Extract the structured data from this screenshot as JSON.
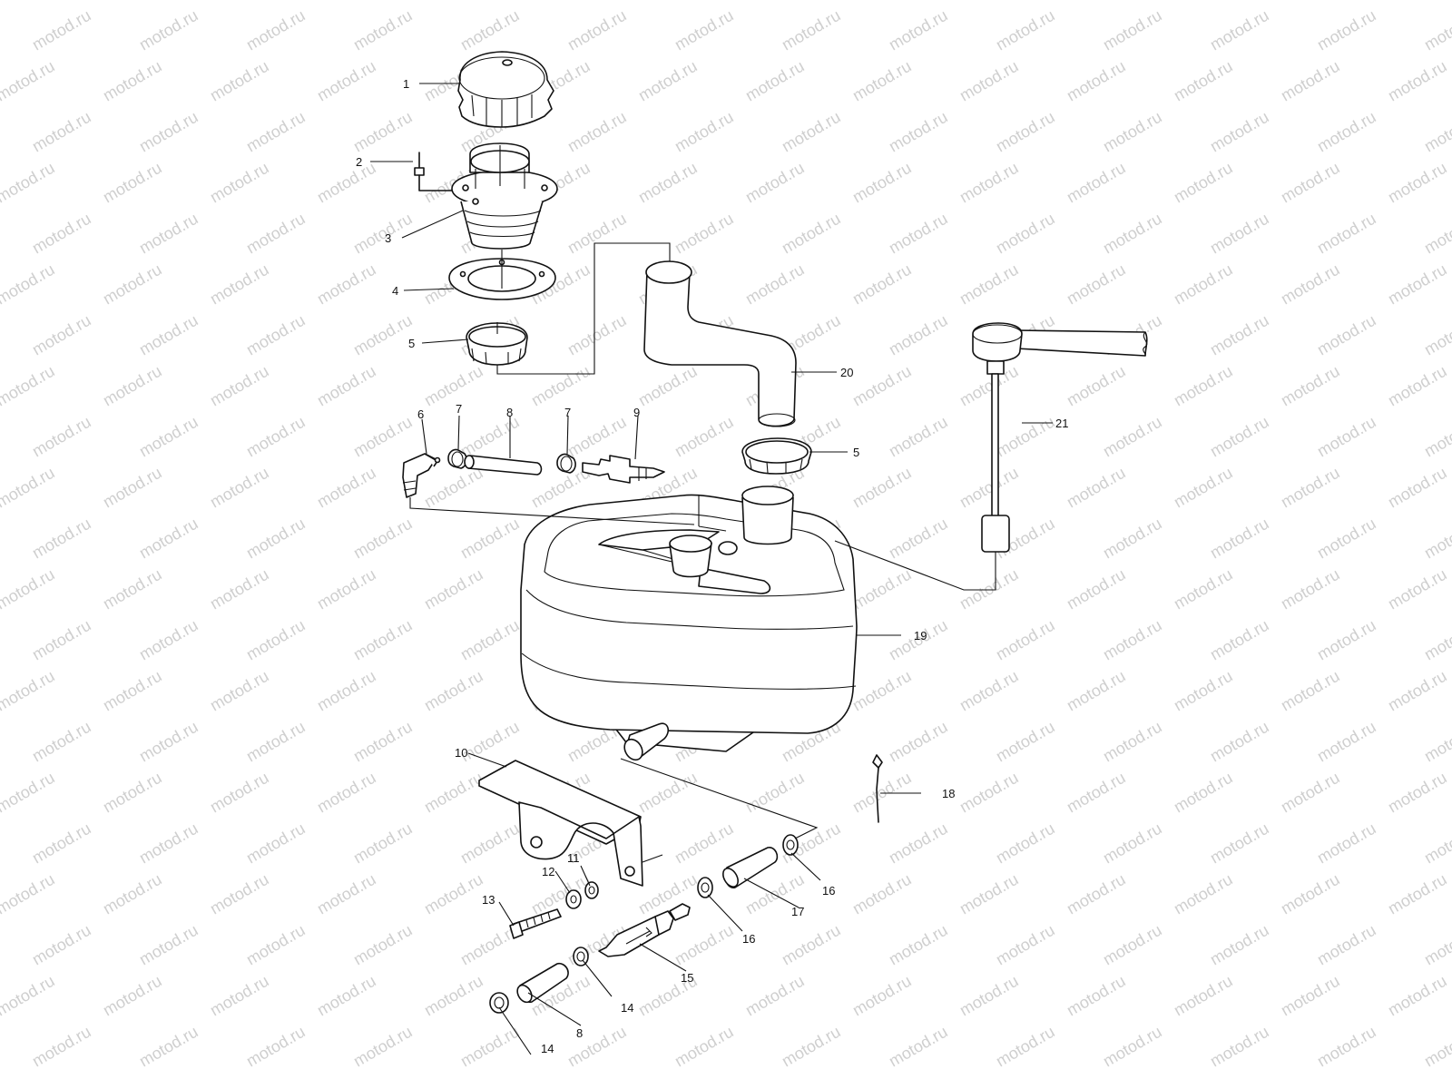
{
  "watermark": "motod.ru",
  "callouts": {
    "c1": "1",
    "c2": "2",
    "c3": "3",
    "c4": "4",
    "c5a": "5",
    "c5b": "5",
    "c6": "6",
    "c7a": "7",
    "c7b": "7",
    "c8a": "8",
    "c8b": "8",
    "c9": "9",
    "c10": "10",
    "c11": "11",
    "c12": "12",
    "c13": "13",
    "c14a": "14",
    "c14b": "14",
    "c15": "15",
    "c16a": "16",
    "c16b": "16",
    "c17": "17",
    "c18": "18",
    "c19": "19",
    "c20": "20",
    "c21": "21"
  }
}
